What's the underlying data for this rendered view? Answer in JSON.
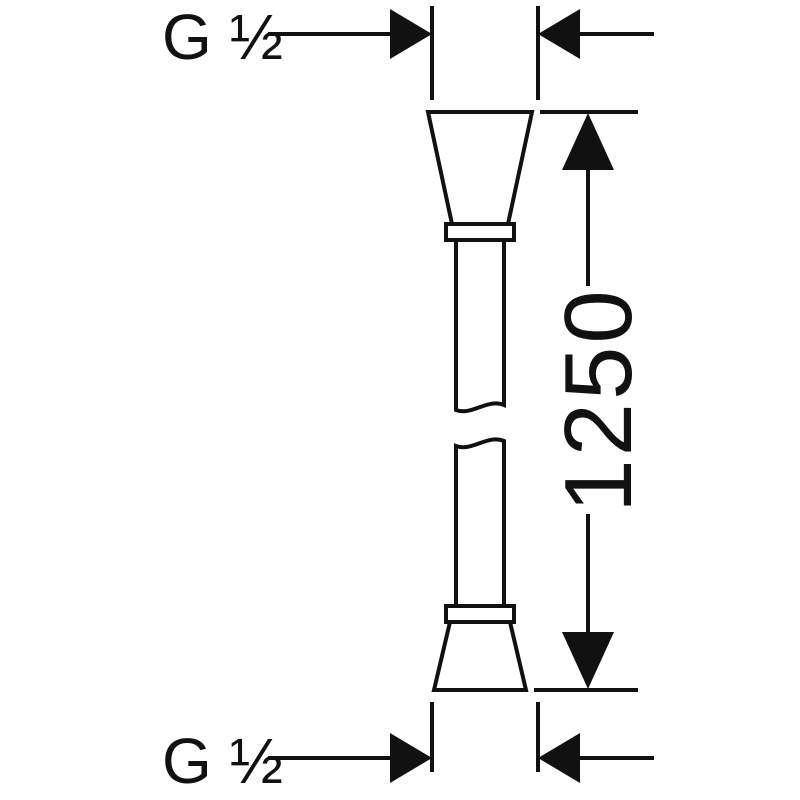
{
  "colors": {
    "line": "#111111",
    "background": "#ffffff"
  },
  "dimensions": {
    "top_thread": {
      "label": "G ½"
    },
    "bottom_thread": {
      "label": "G ½"
    },
    "hose_length": {
      "label": "1250"
    }
  }
}
